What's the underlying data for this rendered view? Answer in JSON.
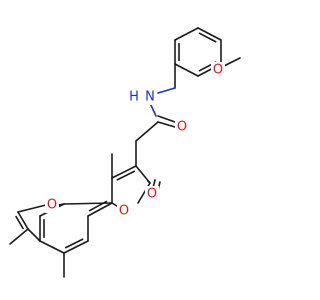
{
  "molecule": {
    "labels": {
      "methoxy_o": "O",
      "amide_o": "O",
      "amide_n": "N",
      "amide_h": "H",
      "lactone_carbonyl_o": "O",
      "ring_o": "O",
      "furan_o": "O"
    },
    "colors": {
      "bond": "#1a1a1a",
      "oxygen": "#e8141b",
      "nitrogen": "#1f2fd6"
    }
  }
}
